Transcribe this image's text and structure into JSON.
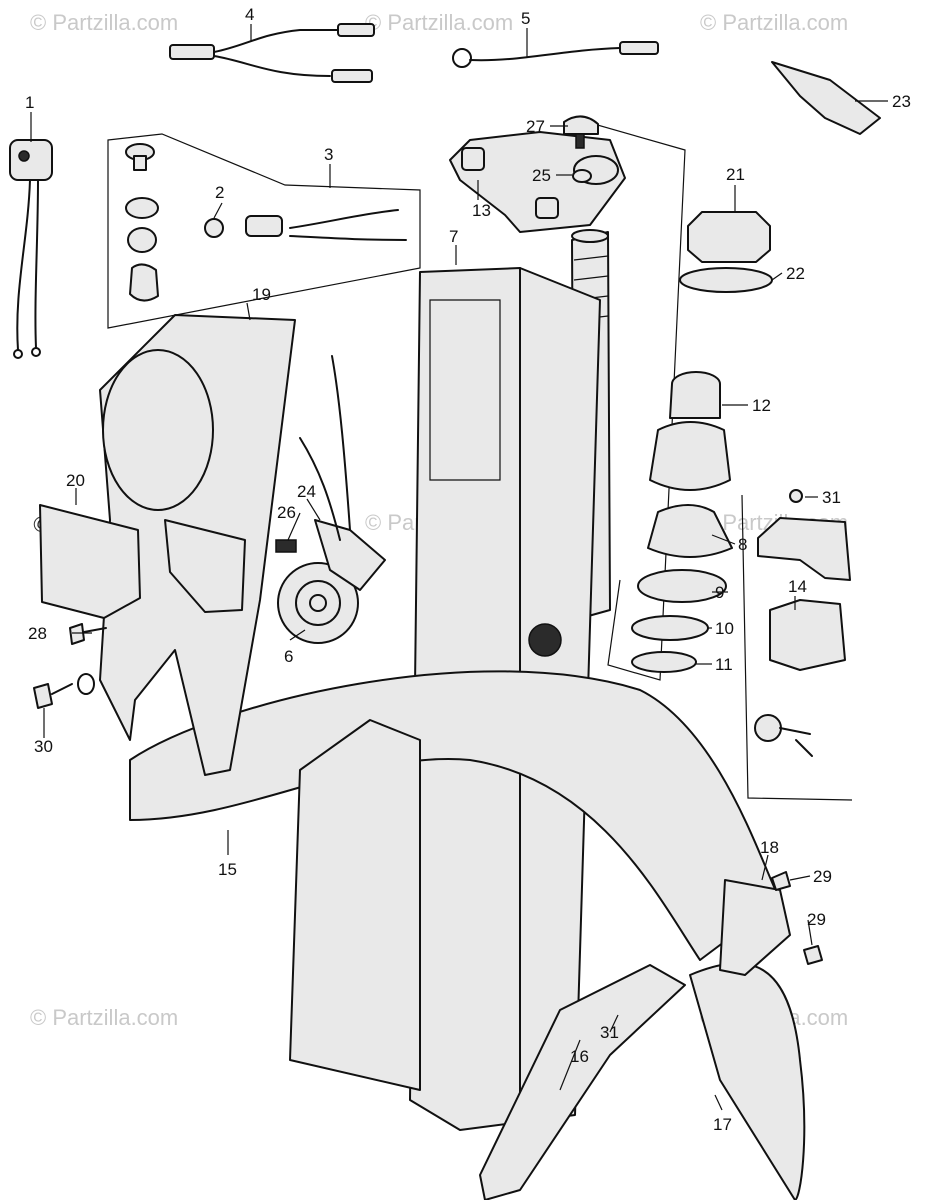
{
  "watermark": {
    "text": "© Partzilla.com"
  },
  "callouts": {
    "c1": "1",
    "c2": "2",
    "c3": "3",
    "c4": "4",
    "c5": "5",
    "c6": "6",
    "c7": "7",
    "c8": "8",
    "c9": "9",
    "c10": "10",
    "c11": "11",
    "c12": "12",
    "c13": "13",
    "c14": "14",
    "c15": "15",
    "c16": "16",
    "c17": "17",
    "c18": "18",
    "c19": "19",
    "c20": "20",
    "c21": "21",
    "c22": "22",
    "c23": "23",
    "c24": "24",
    "c25": "25",
    "c26": "26",
    "c27": "27",
    "c28": "28",
    "c29a": "29",
    "c29b": "29",
    "c30": "30",
    "c31a": "31",
    "c31b": "31"
  }
}
